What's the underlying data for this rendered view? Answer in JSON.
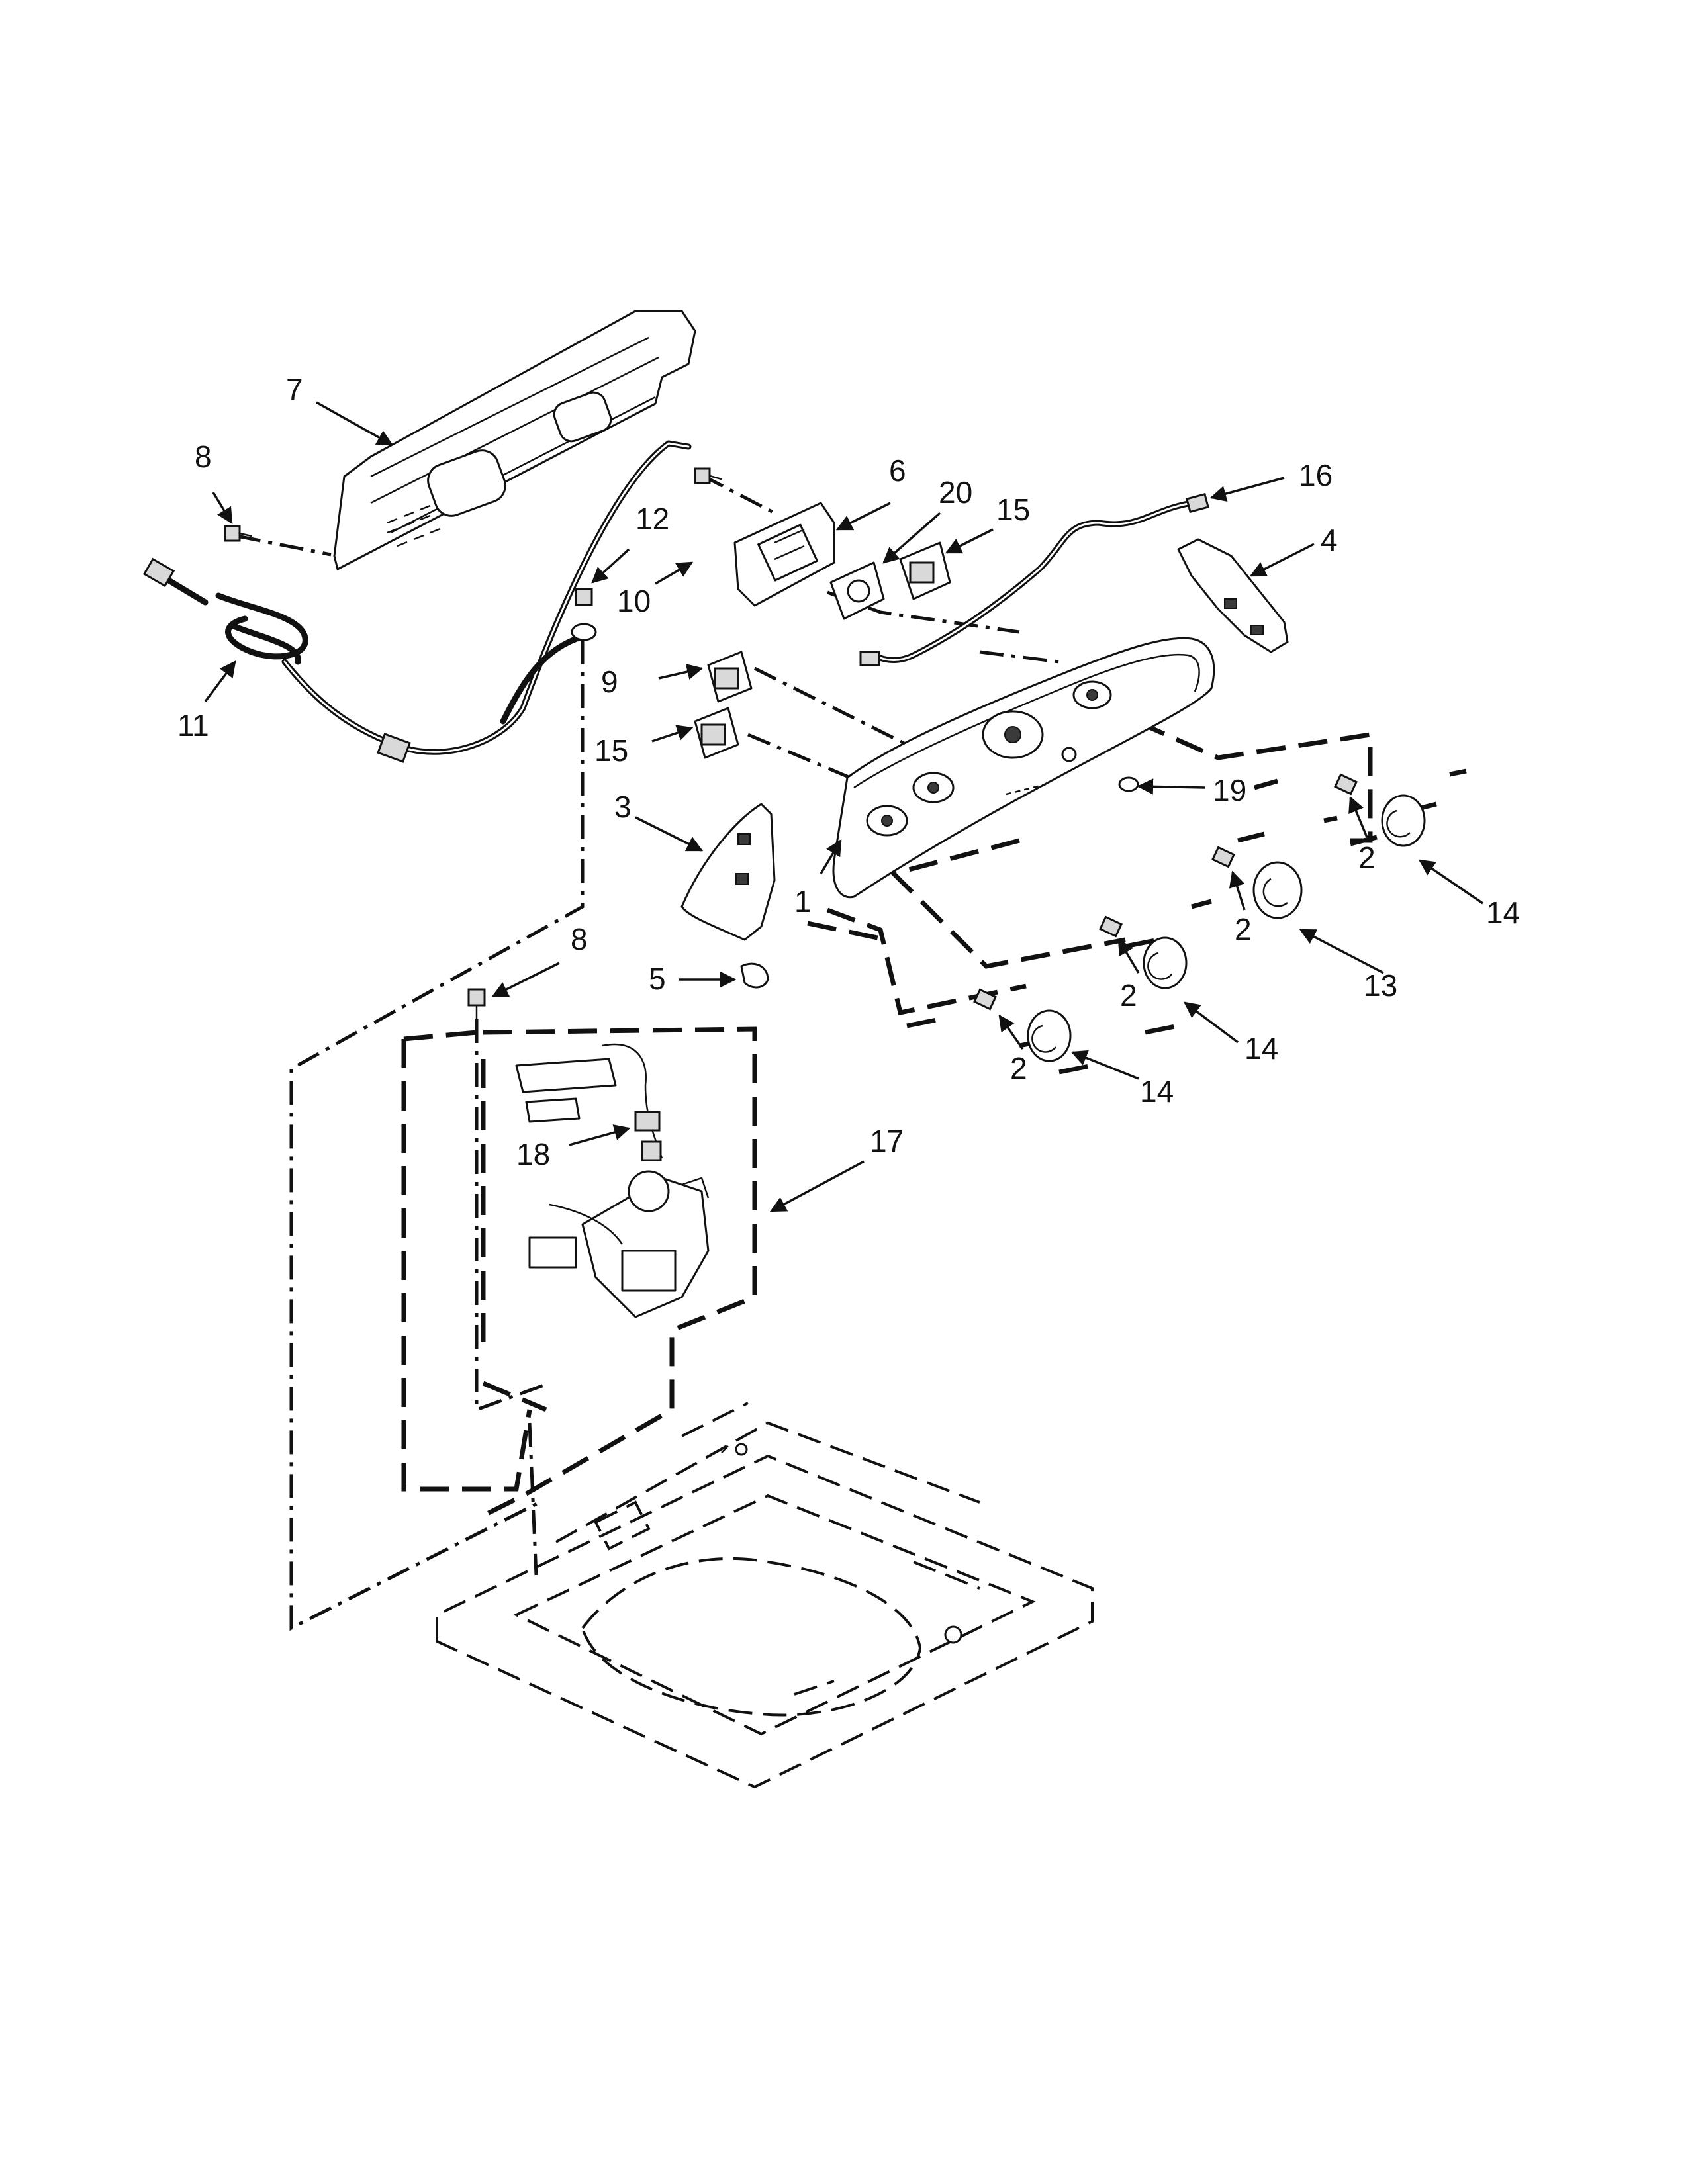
{
  "diagram": {
    "callouts": [
      {
        "id": "c7",
        "label": "7"
      },
      {
        "id": "c8a",
        "label": "8"
      },
      {
        "id": "c12",
        "label": "12"
      },
      {
        "id": "c10",
        "label": "10"
      },
      {
        "id": "c11",
        "label": "11"
      },
      {
        "id": "c6",
        "label": "6"
      },
      {
        "id": "c20",
        "label": "20"
      },
      {
        "id": "c15a",
        "label": "15"
      },
      {
        "id": "c16",
        "label": "16"
      },
      {
        "id": "c4",
        "label": "4"
      },
      {
        "id": "c9",
        "label": "9"
      },
      {
        "id": "c15b",
        "label": "15"
      },
      {
        "id": "c3",
        "label": "3"
      },
      {
        "id": "c1",
        "label": "1"
      },
      {
        "id": "c19",
        "label": "19"
      },
      {
        "id": "c2a",
        "label": "2"
      },
      {
        "id": "c14a",
        "label": "14"
      },
      {
        "id": "c2b",
        "label": "2"
      },
      {
        "id": "c13",
        "label": "13"
      },
      {
        "id": "c2c",
        "label": "2"
      },
      {
        "id": "c14b",
        "label": "14"
      },
      {
        "id": "c2d",
        "label": "2"
      },
      {
        "id": "c14c",
        "label": "14"
      },
      {
        "id": "c8b",
        "label": "8"
      },
      {
        "id": "c5",
        "label": "5"
      },
      {
        "id": "c18",
        "label": "18"
      },
      {
        "id": "c17",
        "label": "17"
      }
    ]
  }
}
